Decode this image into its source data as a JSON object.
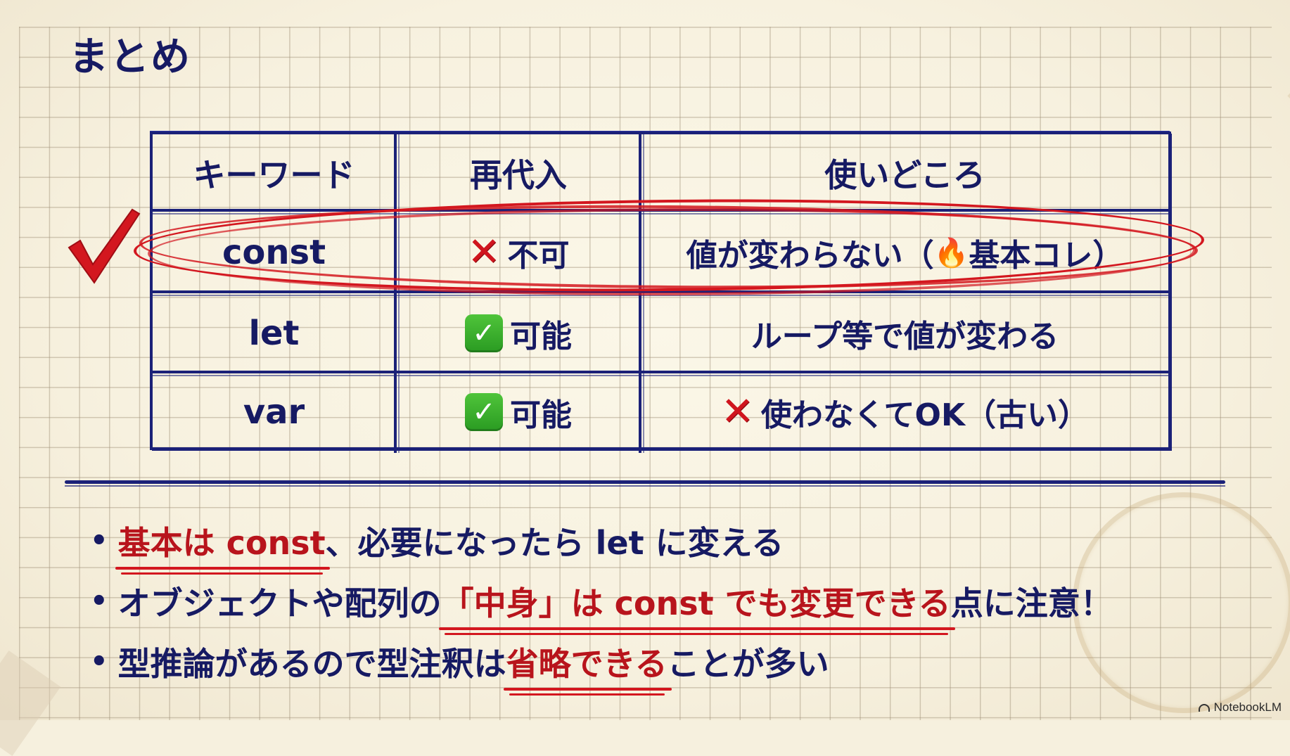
{
  "slide": {
    "title": "まとめ",
    "watermark": "NotebookLM"
  },
  "table": {
    "headers": [
      "キーワード",
      "再代入",
      "使いどころ"
    ],
    "rows": [
      {
        "keyword": "const",
        "reassign_icon": "✕",
        "reassign_icon_name": "red-cross-icon",
        "reassign": "不可",
        "usage_prefix": "値が変わらない（",
        "usage_icon": "🔥",
        "usage_suffix": "基本コレ）",
        "highlighted": true
      },
      {
        "keyword": "let",
        "reassign_icon": "✓",
        "reassign_icon_name": "green-check-box-icon",
        "reassign": "可能",
        "usage": "ループ等で値が変わる"
      },
      {
        "keyword": "var",
        "reassign_icon": "✓",
        "reassign_icon_name": "green-check-box-icon",
        "reassign": "可能",
        "usage_icon": "✕",
        "usage": "使わなくてOK（古い）"
      }
    ]
  },
  "annotations": {
    "check_mark": "✓",
    "highlight_row": "const"
  },
  "bullets": [
    {
      "dot": "•",
      "highlight": "基本は const",
      "text": "、必要になったら let に変える"
    },
    {
      "dot": "•",
      "text_before": "オブジェクトや配列の",
      "highlight": "「中身」は const でも変更できる",
      "text_after": "点に注意！"
    },
    {
      "dot": "•",
      "text_before": "型推論があるので型注釈は",
      "highlight": "省略できる",
      "text_after": "ことが多い"
    }
  ],
  "colors": {
    "ink_navy": "#161a63",
    "line_navy": "#1b2178",
    "accent_red": "#d3171f",
    "paper": "#f6f0de",
    "grid": "#a0917880"
  }
}
